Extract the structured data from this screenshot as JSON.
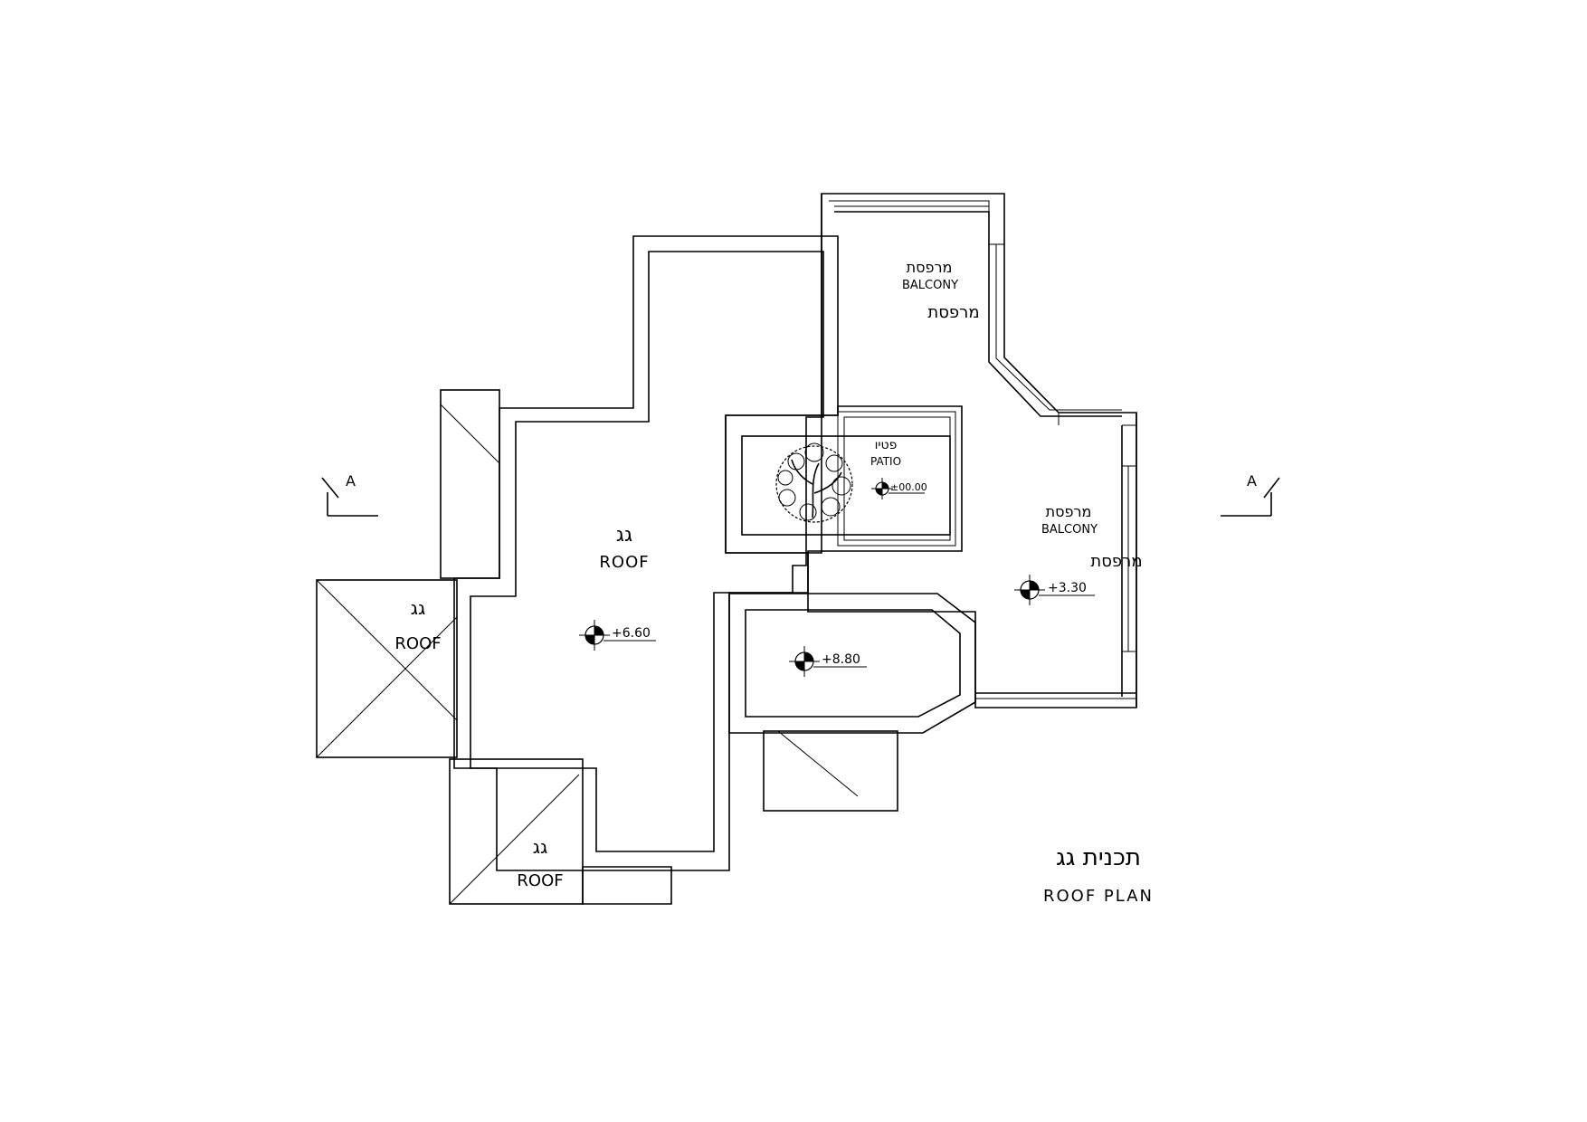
{
  "labels": {
    "main_roof_he": "גג",
    "main_roof_en": "ROOF",
    "tile_roof_left_he": "גג",
    "tile_roof_left_en": "ROOF",
    "tile_roof_bottom_he": "גג",
    "tile_roof_bottom_en": "ROOF",
    "balcony_top_he": "מרפסת",
    "balcony_top_en": "BALCONY",
    "balcony_top_he2": "מרפסת",
    "balcony_right_he": "מרפסת",
    "balcony_right_en": "BALCONY",
    "balcony_right_he2": "מרפסת",
    "patio_he": "פטיו",
    "patio_en": "PATIO"
  },
  "levels": {
    "roof_main": "+6.60",
    "roof_upper": "+8.80",
    "balcony": "+3.30",
    "patio": "±00.00"
  },
  "section_markers": {
    "left": "A",
    "right": "A"
  },
  "title": {
    "he": "תכנית גג",
    "en": "ROOF PLAN"
  }
}
